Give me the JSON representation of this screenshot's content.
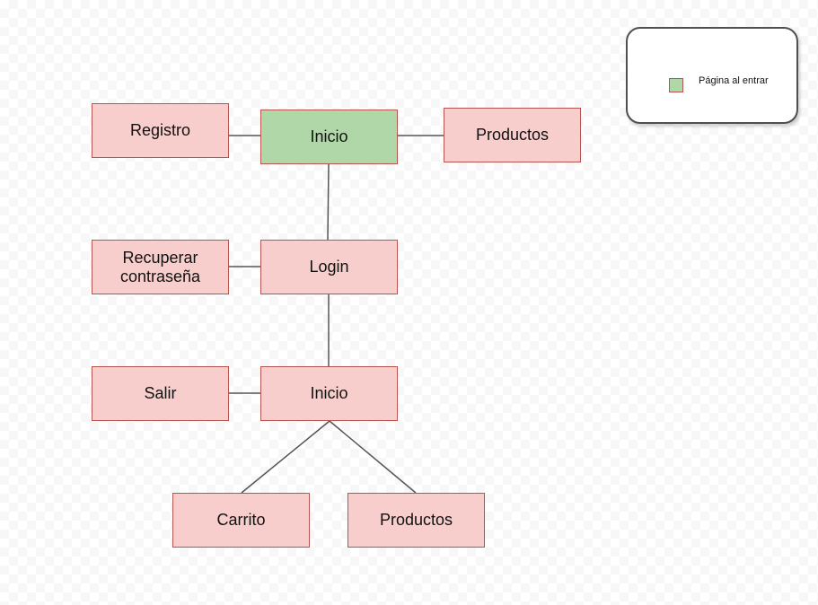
{
  "nodes": {
    "registro": "Registro",
    "inicio_top": "Inicio",
    "productos_top": "Productos",
    "recuperar": "Recuperar\ncontraseña",
    "login": "Login",
    "salir": "Salir",
    "inicio_mid": "Inicio",
    "carrito": "Carrito",
    "productos_bottom": "Productos"
  },
  "legend": {
    "label": "Página al entrar"
  },
  "colors": {
    "node_fill": "#f8cecc",
    "node_border": "#b85450",
    "start_fill": "#b0d7a8",
    "connector": "#555555"
  }
}
